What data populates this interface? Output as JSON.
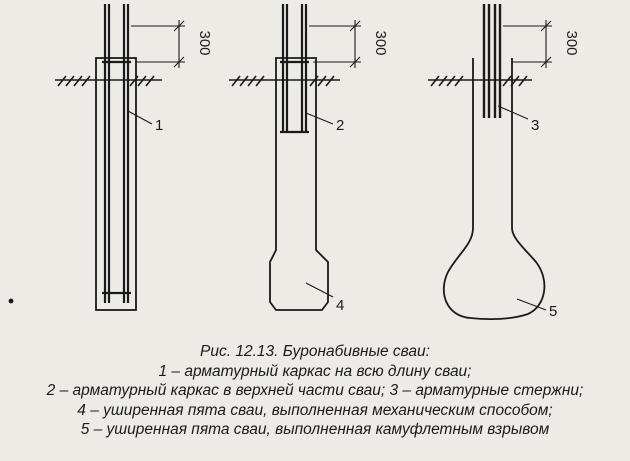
{
  "figure": {
    "dimension": "300",
    "callouts": [
      "1",
      "2",
      "3",
      "4",
      "5"
    ]
  },
  "caption": {
    "title": "Рис. 12.13. Буронабивные сваи:",
    "lines": [
      "1 – арматурный каркас на всю длину сваи;",
      "2 – арматурный каркас в верхней части сваи; 3 – арматурные стержни;",
      "4 – уширенная пята сваи, выполненная механическим способом;",
      "5 – уширенная пята сваи, выполненная камуфлетным взрывом"
    ]
  }
}
